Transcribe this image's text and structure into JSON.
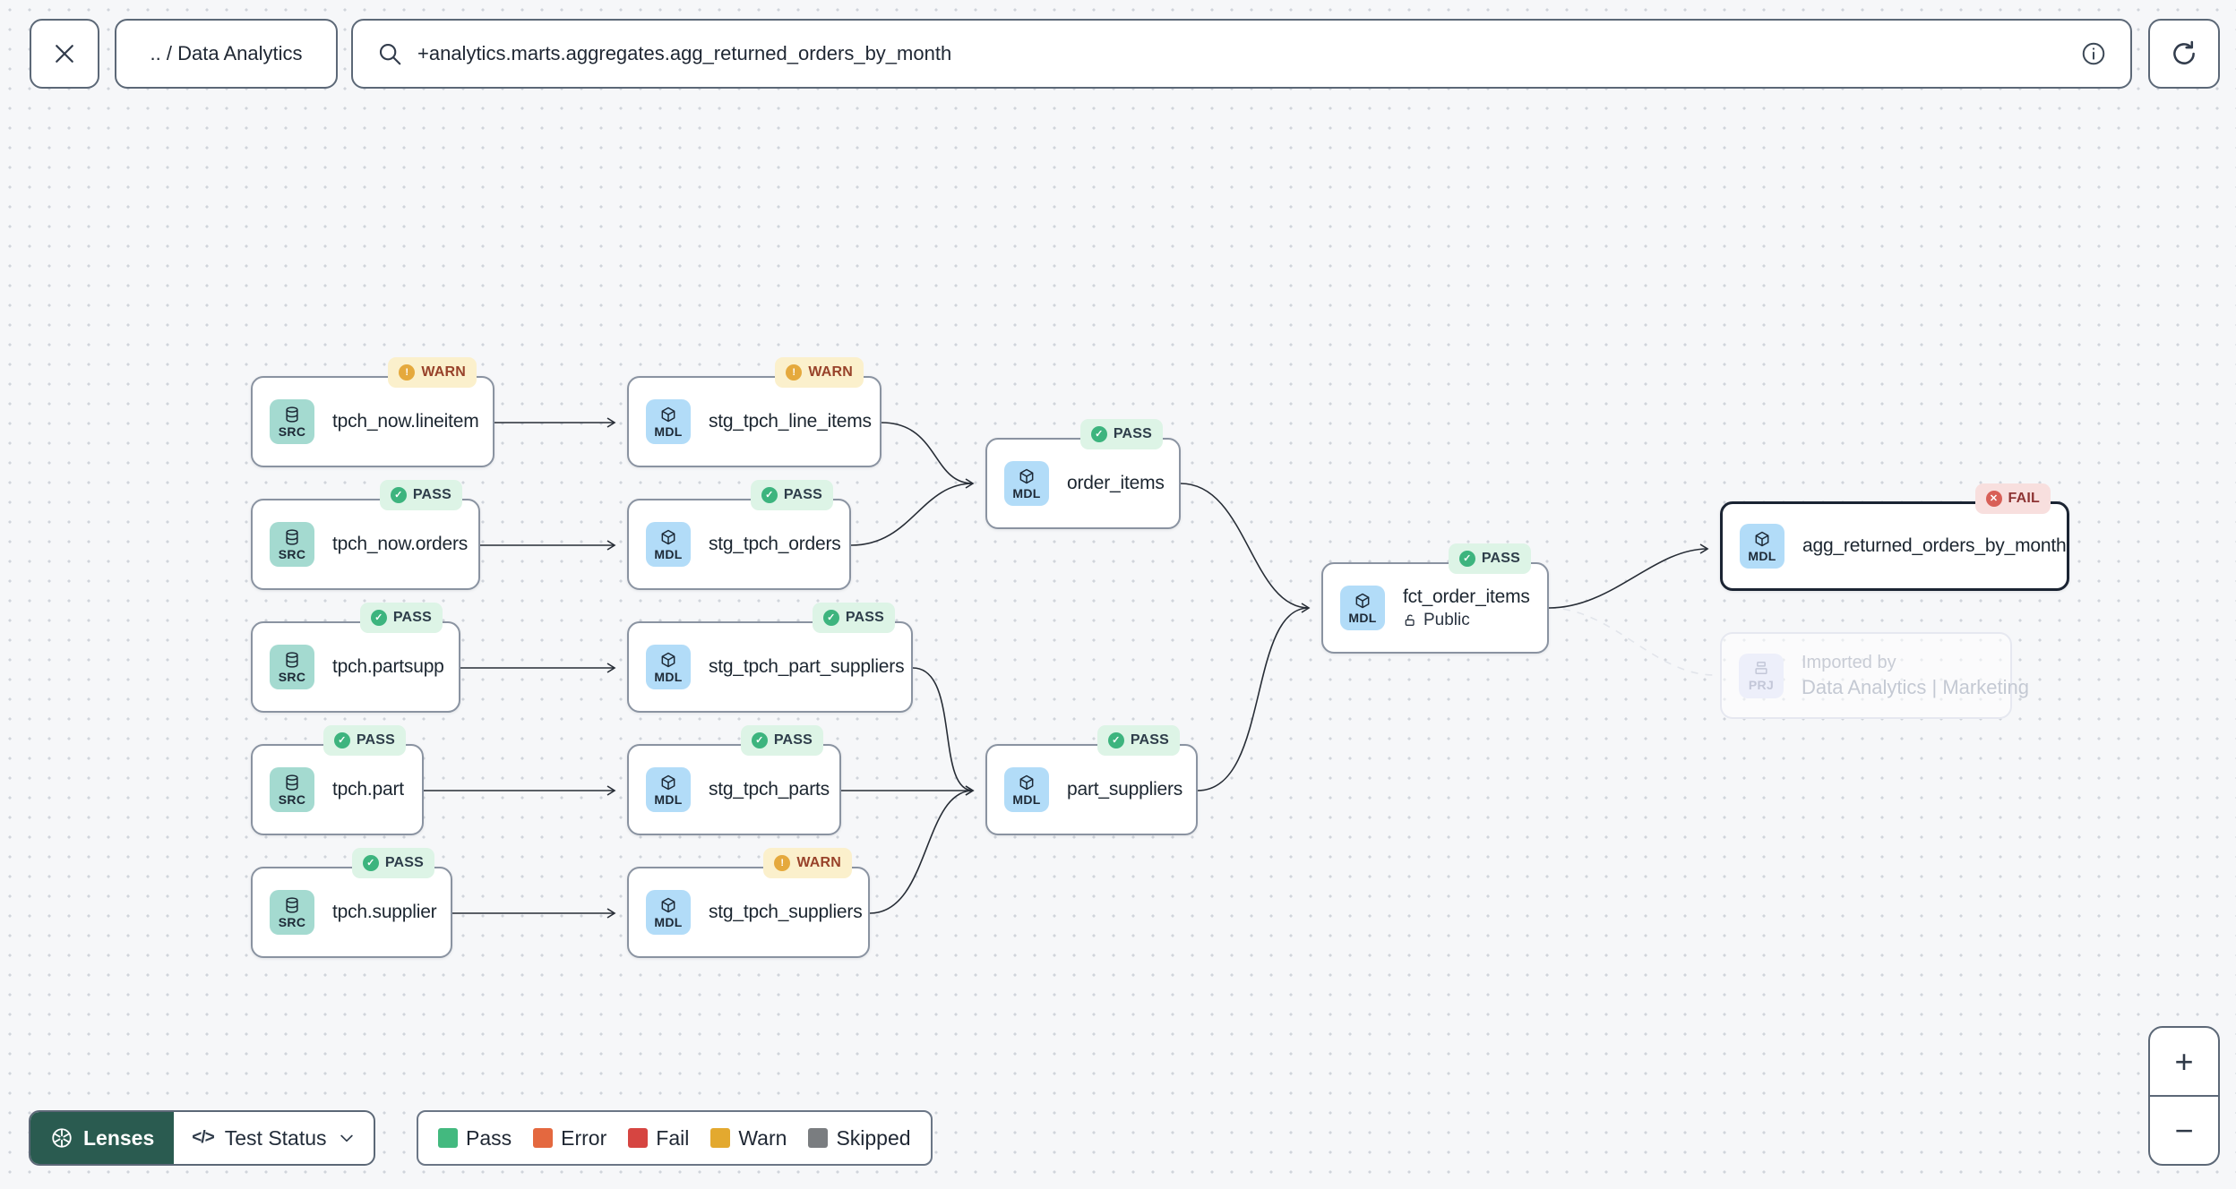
{
  "toolbar": {
    "breadcrumb": ".. / Data Analytics",
    "search_value": "+analytics.marts.aggregates.agg_returned_orders_by_month"
  },
  "graph": {
    "nodes": [
      {
        "type": "SRC",
        "label": "tpch_now.lineitem",
        "status": "WARN"
      },
      {
        "type": "MDL",
        "label": "stg_tpch_line_items",
        "status": "WARN"
      },
      {
        "type": "SRC",
        "label": "tpch_now.orders",
        "status": "PASS"
      },
      {
        "type": "MDL",
        "label": "stg_tpch_orders",
        "status": "PASS"
      },
      {
        "type": "MDL",
        "label": "order_items",
        "status": "PASS"
      },
      {
        "type": "SRC",
        "label": "tpch.partsupp",
        "status": "PASS"
      },
      {
        "type": "MDL",
        "label": "stg_tpch_part_suppliers",
        "status": "PASS"
      },
      {
        "type": "MDL",
        "label": "fct_order_items",
        "sublabel": "Public",
        "status": "PASS"
      },
      {
        "type": "MDL",
        "label": "agg_returned_orders_by_month",
        "status": "FAIL"
      },
      {
        "type": "SRC",
        "label": "tpch.part",
        "status": "PASS"
      },
      {
        "type": "MDL",
        "label": "stg_tpch_parts",
        "status": "PASS"
      },
      {
        "type": "MDL",
        "label": "part_suppliers",
        "status": "PASS"
      },
      {
        "type": "SRC",
        "label": "tpch.supplier",
        "status": "PASS"
      },
      {
        "type": "MDL",
        "label": "stg_tpch_suppliers",
        "status": "WARN"
      },
      {
        "type": "PRJ",
        "label": "Imported by",
        "sublabel": "Data Analytics | Marketing"
      }
    ]
  },
  "status_badges": {
    "pass_icon": "✓",
    "warn_icon": "!",
    "fail_icon": "✕"
  },
  "lenses": {
    "button_label": "Lenses",
    "selected_lens": "Test Status",
    "code_glyph": "</>"
  },
  "legend": {
    "items": [
      {
        "label": "Pass",
        "color": "#43b97f"
      },
      {
        "label": "Error",
        "color": "#e4683f"
      },
      {
        "label": "Fail",
        "color": "#d64541"
      },
      {
        "label": "Warn",
        "color": "#e3a92f"
      },
      {
        "label": "Skipped",
        "color": "#7a7d80"
      }
    ]
  },
  "zoom_controls": {
    "zoom_in": "+",
    "zoom_out": "−"
  }
}
